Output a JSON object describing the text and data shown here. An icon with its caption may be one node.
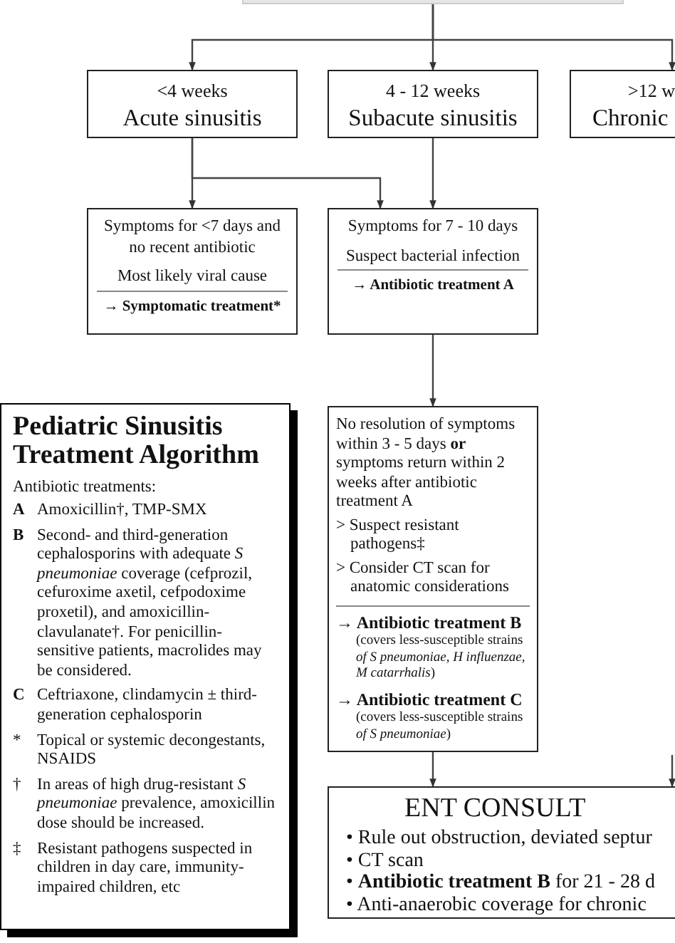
{
  "diagram": {
    "nodes": [
      {
        "text": [],
        "shape": "box"
      },
      {
        "text": [
          "<4 weeks",
          "Acute sinusitis"
        ]
      },
      {
        "text": [
          "4 - 12 weeks",
          "Subacute sinusitis"
        ]
      },
      {
        "text": [
          ">12 w",
          "Chronic"
        ]
      },
      {
        "text": [
          "Symptoms for <7 days and no recent antibiotic",
          "Most likely viral cause",
          "→ Symptomatic treatment*"
        ]
      },
      {
        "text": [
          "Symptoms for 7 - 10 days",
          "Suspect bacterial infection",
          "→ Antibiotic treatment A"
        ]
      },
      {
        "text": [
          "Pediatric Sinusitis Treatment Algorithm",
          "Antibiotic treatments:",
          "A",
          "Amoxicillin†, TMP-SMX",
          "B",
          "Second- and third-generation cephalosporins with adequate *S pneumoniae* coverage (cefprozil, cefuroxime axetil, cefpodoxime proxetil), and amoxicillin-clavulanate†. For penicillin-sensitive patients, macrolides may be considered.",
          "C",
          "Ceftriaxone, clindamycin ± third-generation cephalosporin",
          "*",
          "Topical or systemic decongestants, NSAIDS",
          "†",
          "In areas of high drug-resistant *S pneumoniae* prevalence, amoxicillin dose should be increased.",
          "‡",
          "Resistant pathogens suspected in children in day care, immunity-impaired children, etc"
        ]
      },
      {
        "text": [
          "No resolution of symptoms within 3 - 5 days **or** symptoms return within 2 weeks after antibiotic treatment A",
          "> Suspect resistant pathogens‡",
          "> Consider CT scan for anatomic considerations",
          "→ Antibiotic treatment B",
          "(covers less-susceptible strains *of S pneumoniae, H influenzae, M catarrhalis*)",
          "→ Antibiotic treatment C",
          "(covers less-susceptible strains *of S pneumoniae*)"
        ]
      },
      {
        "text": [
          "ENT CONSULT",
          "• Rule out obstruction, deviated septur",
          "• CT scan",
          "• **Antibiotic treatment B** for 21 - 28 d",
          "• Anti-anaerobic coverage for chronic"
        ]
      }
    ],
    "edges": [
      {
        "from": 0,
        "to": 1,
        "arrow": "to"
      },
      {
        "from": 0,
        "to": 2,
        "arrow": "to"
      },
      {
        "from": 0,
        "to": 3,
        "arrow": "to"
      },
      {
        "from": 1,
        "to": 4,
        "arrow": "to"
      },
      {
        "from": 1,
        "to": 5,
        "arrow": "to"
      },
      {
        "from": 2,
        "to": 5,
        "arrow": "to"
      },
      {
        "from": 5,
        "to": 7,
        "arrow": "to"
      },
      {
        "from": 7,
        "to": 8,
        "arrow": "to"
      },
      {
        "from": null,
        "to": 8,
        "arrow": "to"
      }
    ]
  }
}
